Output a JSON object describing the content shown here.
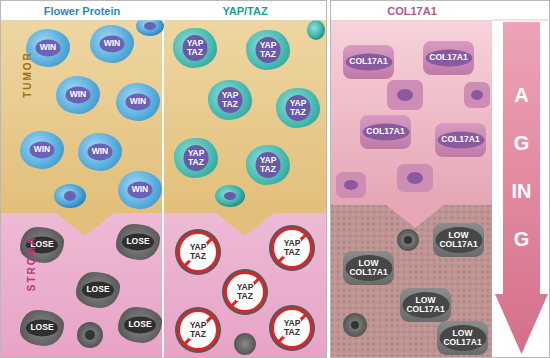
{
  "diagram": {
    "nodes": [
      {
        "text": [
          "Flower Protein"
        ]
      },
      {
        "text": [
          "WIN"
        ],
        "in": 0
      },
      {
        "text": [
          "WIN"
        ],
        "in": 0
      },
      {
        "text": [
          "WIN"
        ],
        "in": 0
      },
      {
        "text": [
          "WIN"
        ],
        "in": 0
      },
      {
        "text": [
          "WIN"
        ],
        "in": 0
      },
      {
        "text": [
          "WIN"
        ],
        "in": 0
      },
      {
        "text": [
          "WIN"
        ],
        "in": 0
      },
      {
        "text": [
          "LOSE"
        ],
        "in": 0
      },
      {
        "text": [
          "LOSE"
        ],
        "in": 0
      },
      {
        "text": [
          "LOSE"
        ],
        "in": 0
      },
      {
        "text": [
          "LOSE"
        ],
        "in": 0
      },
      {
        "text": [
          "LOSE"
        ],
        "in": 0
      },
      {
        "text": [
          "YAP/TAZ"
        ]
      },
      {
        "text": [
          "YAP TAZ"
        ],
        "in": 13
      },
      {
        "text": [
          "YAP TAZ"
        ],
        "in": 13
      },
      {
        "text": [
          "YAP TAZ"
        ],
        "in": 13
      },
      {
        "text": [
          "YAP TAZ"
        ],
        "in": 13
      },
      {
        "text": [
          "YAP TAZ"
        ],
        "in": 13
      },
      {
        "text": [
          "YAP TAZ"
        ],
        "in": 13
      },
      {
        "text": [
          "YAP TAZ"
        ],
        "in": 13
      },
      {
        "text": [
          "YAP TAZ"
        ],
        "in": 13
      },
      {
        "text": [
          "YAP TAZ"
        ],
        "in": 13
      },
      {
        "text": [
          "YAP TAZ"
        ],
        "in": 13
      },
      {
        "text": [
          "YAP TAZ"
        ],
        "in": 13
      },
      {
        "text": [
          "COL17A1"
        ]
      },
      {
        "text": [
          "COL17A1"
        ],
        "in": 25
      },
      {
        "text": [
          "COL17A1"
        ],
        "in": 25
      },
      {
        "text": [
          "COL17A1"
        ],
        "in": 25
      },
      {
        "text": [
          "COL17A1"
        ],
        "in": 25
      },
      {
        "text": [
          "LOW COL17A1"
        ],
        "in": 25
      },
      {
        "text": [
          "LOW COL17A1"
        ],
        "in": 25
      },
      {
        "text": [
          "LOW COL17A1"
        ],
        "in": 25
      },
      {
        "text": [
          "LOW COL17A1"
        ],
        "in": 25
      },
      {
        "text": [
          "AGING"
        ]
      }
    ],
    "labels": [
      "TUMOR",
      "STROMA"
    ]
  }
}
